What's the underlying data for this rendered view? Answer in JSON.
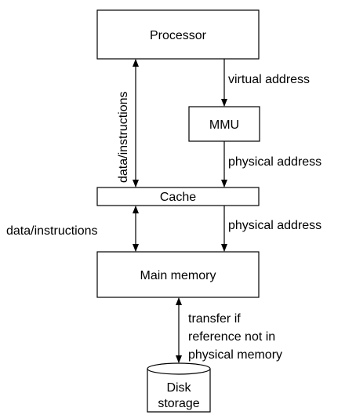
{
  "nodes": {
    "processor": "Processor",
    "mmu": "MMU",
    "cache": "Cache",
    "main_memory": "Main memory",
    "disk_line1": "Disk",
    "disk_line2": "storage"
  },
  "edges": {
    "virtual_address": "virtual address",
    "physical_address_1": "physical address",
    "physical_address_2": "physical address",
    "data_instructions_vertical": "data/instructions",
    "data_instructions_horizontal": "data/instructions",
    "transfer_line1": "transfer if",
    "transfer_line2": "reference not in",
    "transfer_line3": "physical memory"
  }
}
